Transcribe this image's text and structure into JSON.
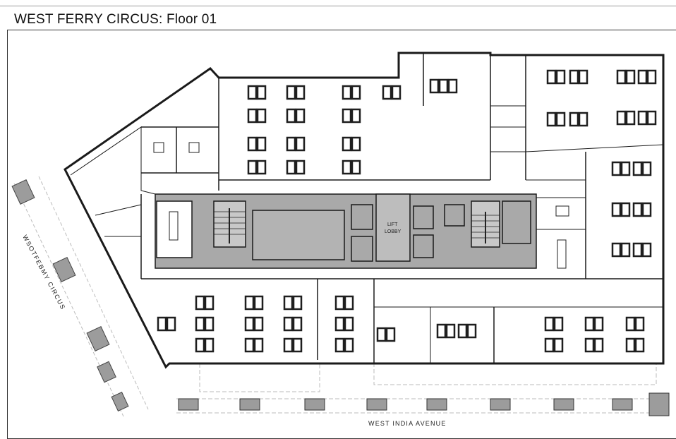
{
  "header": {
    "title": "WEST FERRY CIRCUS: Floor 01"
  },
  "plan": {
    "labels": {
      "lift_lobby_line1": "LIFT",
      "lift_lobby_line2": "LOBBY",
      "street_south": "WEST INDIA AVENUE",
      "street_west": "WSOTFEBMY CIRCUS"
    },
    "colors": {
      "core": "#a9a9a9",
      "wall": "#1a1a1a",
      "desk": "#1e1e1e",
      "column": "#9c9c9c"
    }
  }
}
